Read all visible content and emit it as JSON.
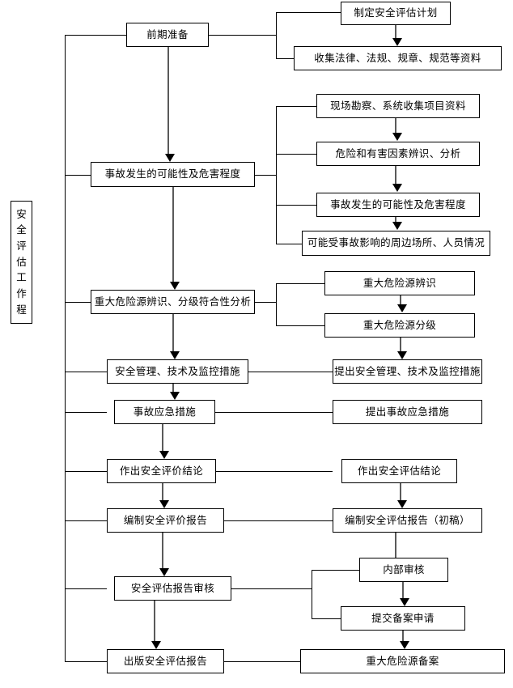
{
  "diagram": {
    "title_vertical": "安全评估工作程",
    "title_chars": [
      "安",
      "全",
      "评",
      "估",
      "工",
      "作",
      "程"
    ],
    "nodes": {
      "prep": "前期准备",
      "plan": "制定安全评估计划",
      "collect_laws": "收集法律、法规、规章、规范等资料",
      "accident_possibility": "事故发生的可能性及危害程度",
      "site_survey": "现场勘察、系统收集项目资料",
      "hazard_identify": "危险和有害因素辨识、分析",
      "accident_possibility_r": "事故发生的可能性及危害程度",
      "surrounding": "可能受事故影响的周边场所、人员情况",
      "major_hazard_analysis": "重大危险源辨识、分级符合性分析",
      "major_hazard_identify": "重大危险源辨识",
      "major_hazard_grade": "重大危险源分级",
      "safety_measures": "安全管理、技术及监控措施",
      "safety_measures_r": "提出安全管理、技术及监控措施",
      "emergency_measures": "事故应急措施",
      "emergency_measures_r": "提出事故应急措施",
      "conclusion": "作出安全评价结论",
      "conclusion_r": "作出安全评估结论",
      "report_compile": "编制安全评价报告",
      "report_compile_r": "编制安全评估报告（初稿）",
      "report_review": "安全评估报告审核",
      "internal_review": "内部审核",
      "submit_filing": "提交备案申请",
      "publish_report": "出版安全评估报告",
      "major_hazard_filing": "重大危险源备案"
    }
  }
}
